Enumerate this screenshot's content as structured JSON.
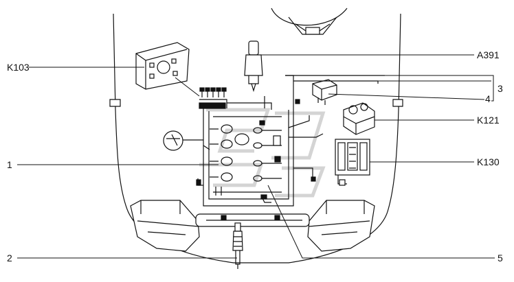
{
  "callouts": {
    "k103": "K103",
    "a391": "A391",
    "c3": "3",
    "c4": "4",
    "k121": "K121",
    "k130": "K130",
    "c1": "1",
    "c2": "2",
    "c5": "5"
  },
  "colors": {
    "line": "#111111",
    "background": "#ffffff",
    "watermark": "#d8d8d8"
  }
}
